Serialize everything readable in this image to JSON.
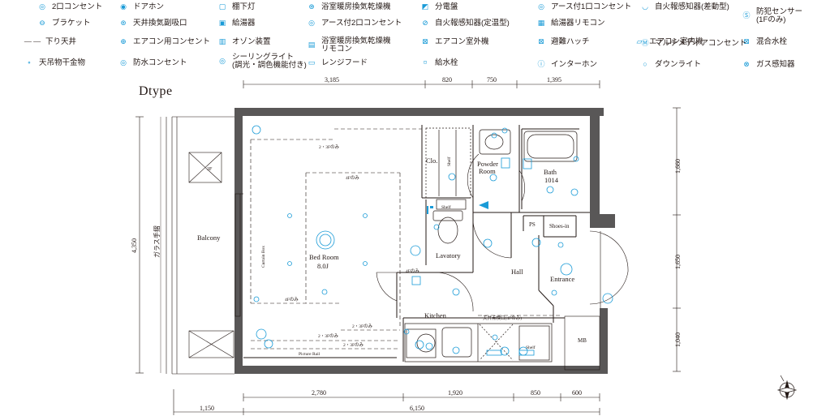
{
  "legend": [
    {
      "icon": "outlet-2-icon",
      "label": "2口コンセント"
    },
    {
      "icon": "door-phone-icon",
      "label": "ドアホン"
    },
    {
      "icon": "shelf-light-icon",
      "label": "棚下灯"
    },
    {
      "icon": "bath-dryer-icon",
      "label": "浴室暖房換気乾燥機"
    },
    {
      "icon": "distribution-board-icon",
      "label": "分電盤"
    },
    {
      "icon": "earth-outlet-1-icon",
      "label": "アース付1口コンセント"
    },
    {
      "icon": "fire-alarm-diff-icon",
      "label": "自火報感知器(差動型)"
    },
    {
      "icon": "security-sensor-icon",
      "label": "防犯センサー\n(1Fのみ)"
    },
    {
      "icon": "bracket-icon",
      "label": "ブラケット"
    },
    {
      "icon": "ceiling-vent-icon",
      "label": "天井換気副吸口"
    },
    {
      "icon": "water-heater-icon",
      "label": "給湯器"
    },
    {
      "icon": "earth-outlet-2-icon",
      "label": "アース付2口コンセント"
    },
    {
      "icon": "fire-alarm-fixed-icon",
      "label": "自火報感知器(定温型)"
    },
    {
      "icon": "heater-remote-icon",
      "label": "給湯器リモコン"
    },
    {
      "icon": "ac-indoor-icon",
      "label": "エアコン室内機"
    },
    {
      "icon": "mixing-faucet-icon",
      "label": "混合水栓"
    },
    {
      "icon": "dropped-ceiling-icon",
      "label": "下り天井"
    },
    {
      "icon": "ac-outlet-icon",
      "label": "エアコン用コンセント"
    },
    {
      "icon": "ozone-device-icon",
      "label": "オゾン装置"
    },
    {
      "icon": "bath-remote-icon",
      "label": "浴室暖房換気乾燥機\nリモコン"
    },
    {
      "icon": "ac-outdoor-icon",
      "label": "エアコン室外機"
    },
    {
      "icon": "escape-hatch-icon",
      "label": "避難ハッチ"
    },
    {
      "icon": "multimedia-outlet-icon",
      "label": "マルチメディアコンセント"
    },
    {
      "icon": "hanging-hardware-icon",
      "label": "天吊物干金物"
    },
    {
      "icon": "waterproof-outlet-icon",
      "label": "防水コンセント"
    },
    {
      "icon": "ceiling-light-icon",
      "label": "シーリングライト\n(調光・調色機能付き)"
    },
    {
      "icon": "range-hood-icon",
      "label": "レンジフード"
    },
    {
      "icon": "water-tap-icon",
      "label": "給水栓"
    },
    {
      "icon": "intercom-icon",
      "label": "インターホン"
    },
    {
      "icon": "downlight-icon",
      "label": "ダウンライト"
    },
    {
      "icon": "gas-sensor-icon",
      "label": "ガス感知器"
    }
  ],
  "plan": {
    "type_label": "Dtype",
    "rooms": {
      "balcony": "Balcony",
      "bedroom": "Bed Room",
      "bedroom_size": "8.0J",
      "closet": "Clo.",
      "powder": "Powder",
      "powder2": "Room",
      "bath": "Bath",
      "bath_size": "1014",
      "lavatory": "Lavatory",
      "hall": "Hall",
      "entrance": "Entrance",
      "kitchen": "Kitchen",
      "shoes": "Shoes-in",
      "ps": "PS",
      "mb": "MB"
    },
    "notes": {
      "three_f": "3F",
      "shelf": "Shelf",
      "shelf2": "Shelf",
      "shelf3": "Shelf",
      "curtain_box": "Curtain Box",
      "picture_rail": "Picture Rail",
      "glass_rail": "ガラス手摺",
      "floor_4f": "4Fのみ",
      "floor_4f_b": "4Fのみ",
      "floor_23f_a": "2・3Fのみ",
      "floor_23f_b": "2・3Fのみ",
      "floor_23f_c": "2・3Fのみ",
      "floor_23f_d": "2・3Fのみ",
      "floor_4f_c": "4Fのみ",
      "ceiling_vent_note": "天井点検口(4Fのみ)"
    },
    "dims_top": [
      "3,185",
      "820",
      "750",
      "1,395"
    ],
    "dims_bottom_1": [
      "2,780",
      "1,920",
      "850",
      "600"
    ],
    "dims_bottom_2": [
      "1,150",
      "6,150"
    ],
    "dims_left": [
      "4,350"
    ],
    "dims_right": [
      "1,660",
      "1,650",
      "1,040"
    ]
  },
  "colors": {
    "accent": "#1a9bd7",
    "wall": "#595757",
    "line": "#231815"
  }
}
